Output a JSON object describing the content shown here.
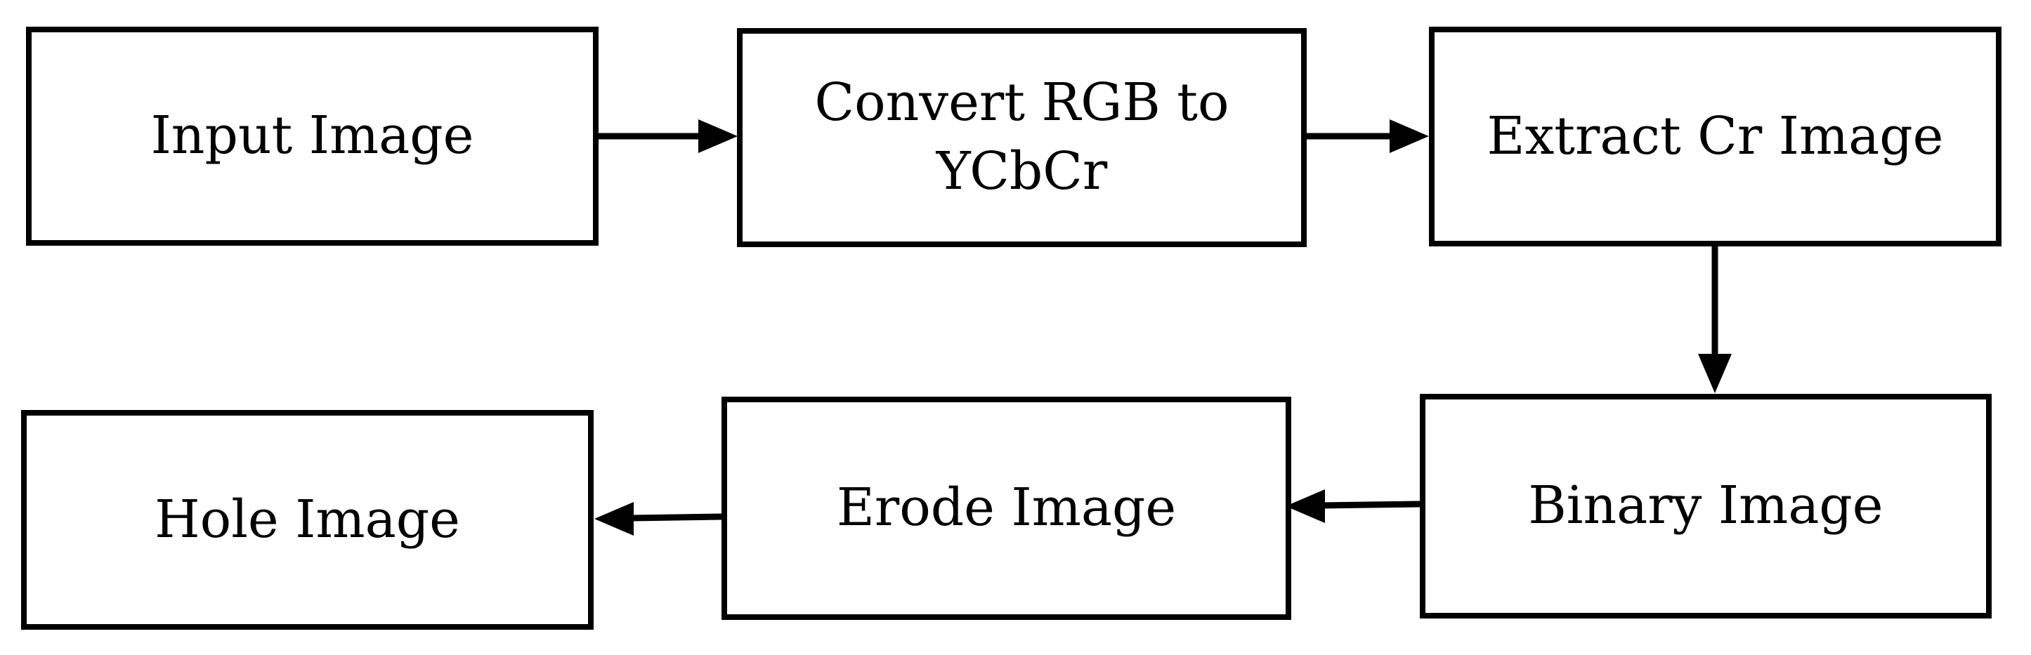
{
  "diagram": {
    "nodes": {
      "input_image": "Input Image",
      "convert_rgb": "Convert RGB to\nYCbCr",
      "extract_cr": "Extract Cr Image",
      "binary_image": "Binary Image",
      "erode_image": "Erode Image",
      "hole_image": "Hole Image"
    },
    "edges": [
      {
        "from": "input_image",
        "to": "convert_rgb"
      },
      {
        "from": "convert_rgb",
        "to": "extract_cr"
      },
      {
        "from": "extract_cr",
        "to": "binary_image"
      },
      {
        "from": "binary_image",
        "to": "erode_image"
      },
      {
        "from": "erode_image",
        "to": "hole_image"
      }
    ],
    "colors": {
      "stroke": "#000000",
      "background": "#ffffff"
    }
  }
}
